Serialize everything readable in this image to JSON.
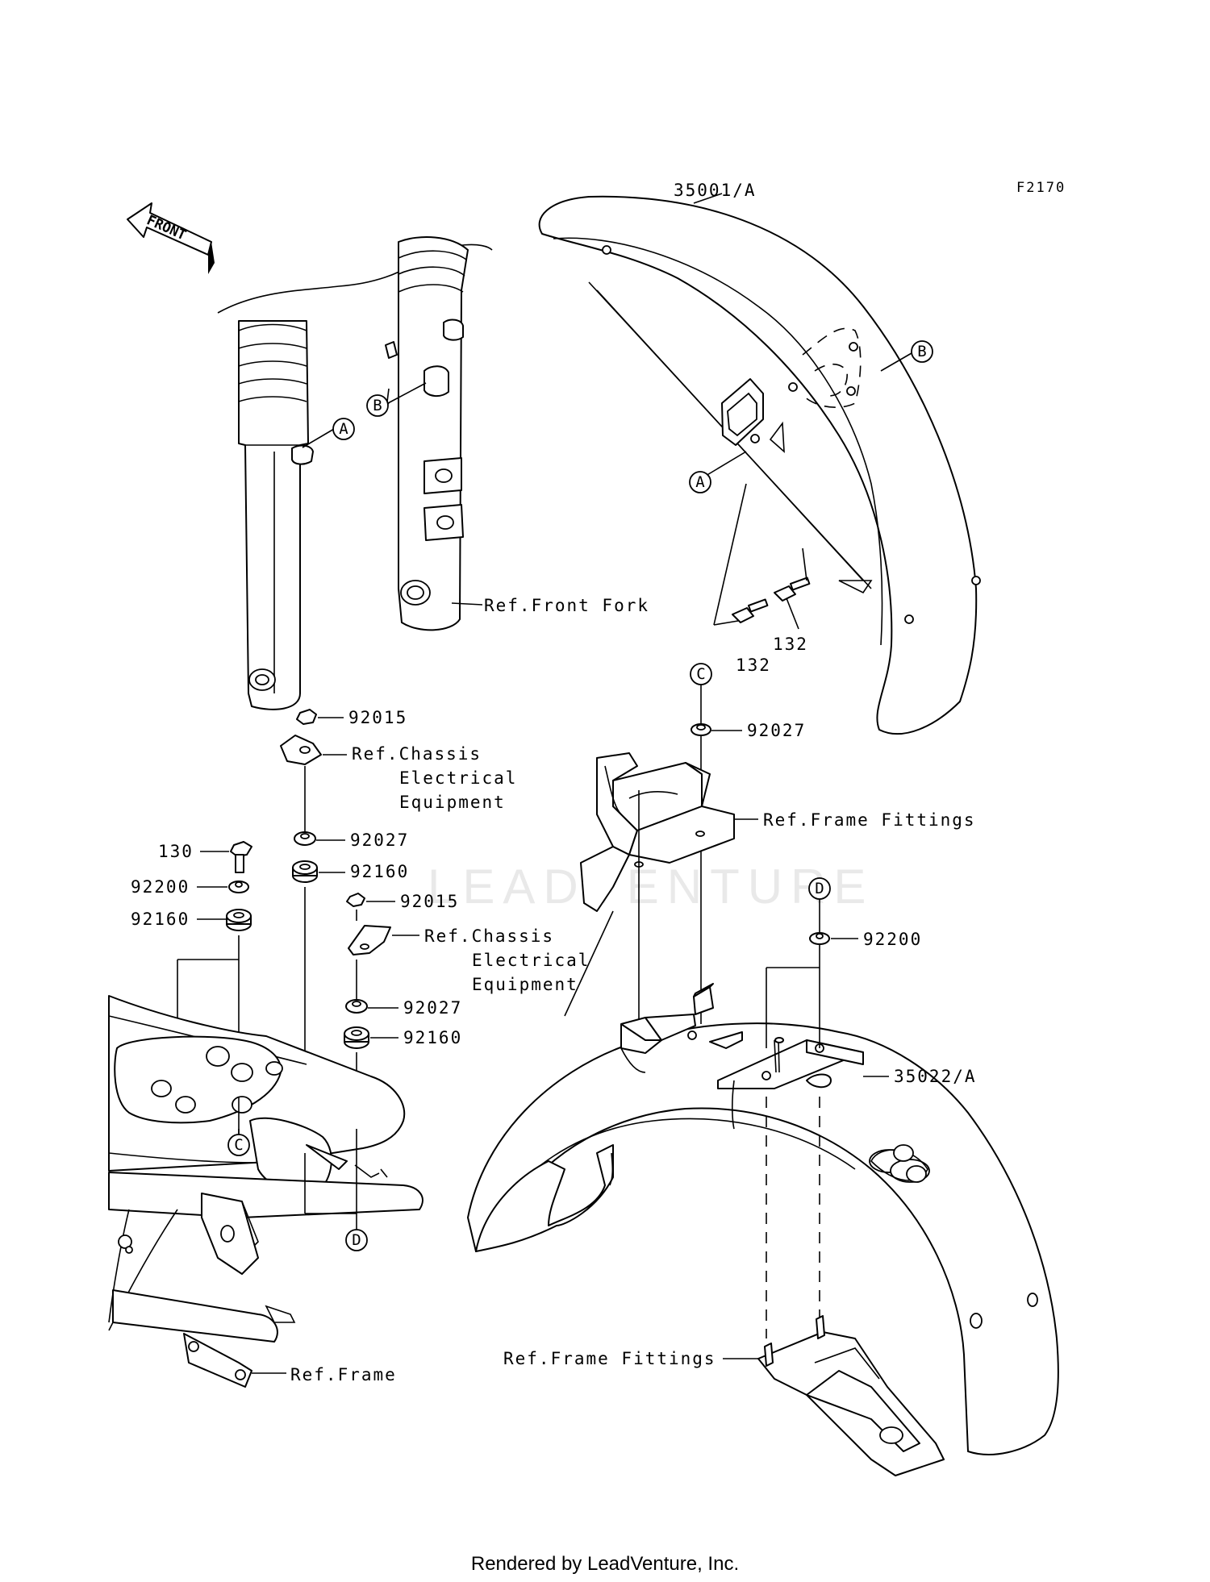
{
  "figure_code": "F2170",
  "direction_label": "FRONT",
  "watermark": "LEADVENTURE",
  "footer": "Rendered by LeadVenture, Inc.",
  "callouts": {
    "a": "A",
    "b": "B",
    "c": "C",
    "d": "D"
  },
  "labels": {
    "front_fender": "35001/A",
    "rear_fender": "35022/A",
    "bolt_132_upper": "132",
    "bolt_132_lower": "132",
    "bolt_130": "130",
    "nut_92015_upper": "92015",
    "nut_92015_lower": "92015",
    "washer_92027_front": "92027",
    "washer_92027_upper": "92027",
    "washer_92027_lower": "92027",
    "damper_92160_upper": "92160",
    "damper_92160_left": "92160",
    "damper_92160_lower": "92160",
    "washer_92200_left": "92200",
    "washer_92200_right": "92200",
    "ref_front_fork": "Ref.Front Fork",
    "ref_chassis_upper_1": "Ref.Chassis",
    "ref_chassis_upper_2": "Electrical",
    "ref_chassis_upper_3": "Equipment",
    "ref_chassis_lower_1": "Ref.Chassis",
    "ref_chassis_lower_2": "Electrical",
    "ref_chassis_lower_3": "Equipment",
    "ref_frame_fittings_upper": "Ref.Frame Fittings",
    "ref_frame_fittings_lower": "Ref.Frame Fittings",
    "ref_frame": "Ref.Frame"
  }
}
